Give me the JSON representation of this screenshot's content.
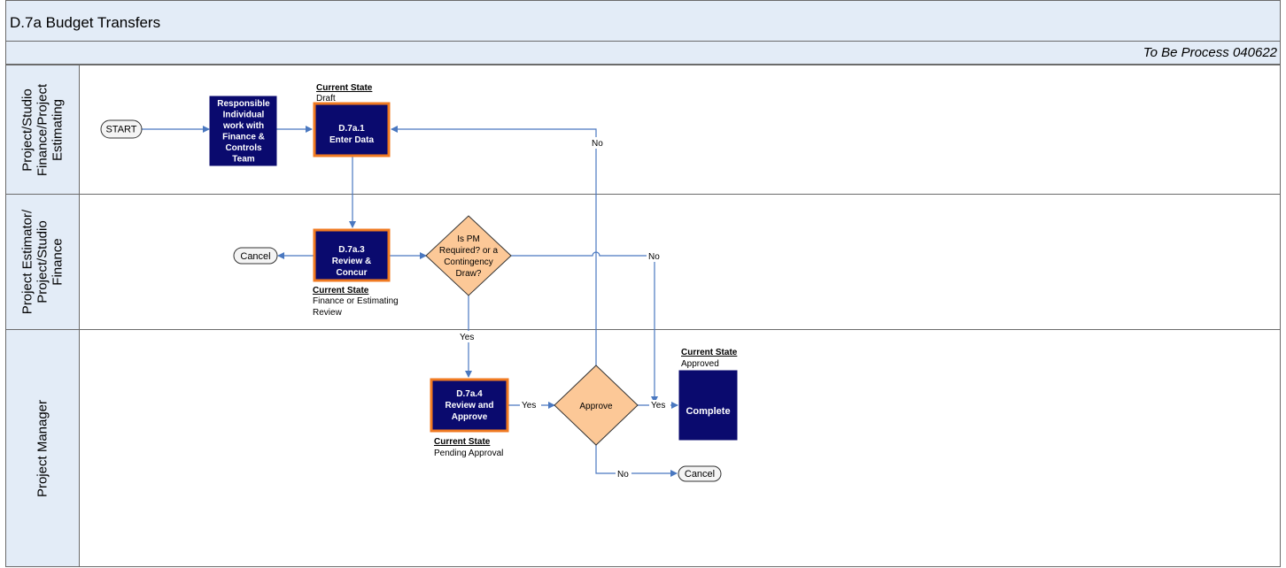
{
  "header": {
    "title": "D.7a Budget Transfers",
    "subtitle": "To Be Process 040622"
  },
  "lanes": [
    {
      "lines": [
        "Project/Studio",
        "Finance/Project",
        "Estimating"
      ]
    },
    {
      "lines": [
        "Project Estimator/",
        "Project/Studio",
        "Finance"
      ]
    },
    {
      "lines": [
        "Project Manager"
      ]
    }
  ],
  "nodes": {
    "start": "START",
    "responsible": [
      "Responsible",
      "Individual",
      "work with",
      "Finance &",
      "Controls",
      "Team"
    ],
    "d7a1": [
      "D.7a.1",
      "Enter Data"
    ],
    "d7a3": [
      "D.7a.3",
      "Review &",
      "Concur"
    ],
    "decision_pm": [
      "Is PM",
      "Required? or a",
      "Contingency",
      "Draw?"
    ],
    "cancel_top": "Cancel",
    "d7a4": [
      "D.7a.4",
      "Review and",
      "Approve"
    ],
    "approve": "Approve",
    "complete": "Complete",
    "cancel_bottom": "Cancel"
  },
  "states": {
    "d7a1": {
      "heading": "Current State",
      "lines": [
        "Draft"
      ]
    },
    "d7a3": {
      "heading": "Current State",
      "lines": [
        "Finance or Estimating",
        "Review"
      ]
    },
    "d7a4": {
      "heading": "Current State",
      "lines": [
        "Pending Approval"
      ]
    },
    "complete": {
      "heading": "Current State",
      "lines": [
        "Approved"
      ]
    }
  },
  "edge_labels": {
    "no_top": "No",
    "no_decision": "No",
    "yes_decision": "Yes",
    "yes_d7a4": "Yes",
    "yes_approve": "Yes",
    "no_approve": "No"
  },
  "colors": {
    "lane_fill": "#e3ecf7",
    "process_fill": "#0a0a6e",
    "process_highlight": "#f07a21",
    "decision_fill": "#fcc897",
    "connector": "#4a78c0"
  }
}
